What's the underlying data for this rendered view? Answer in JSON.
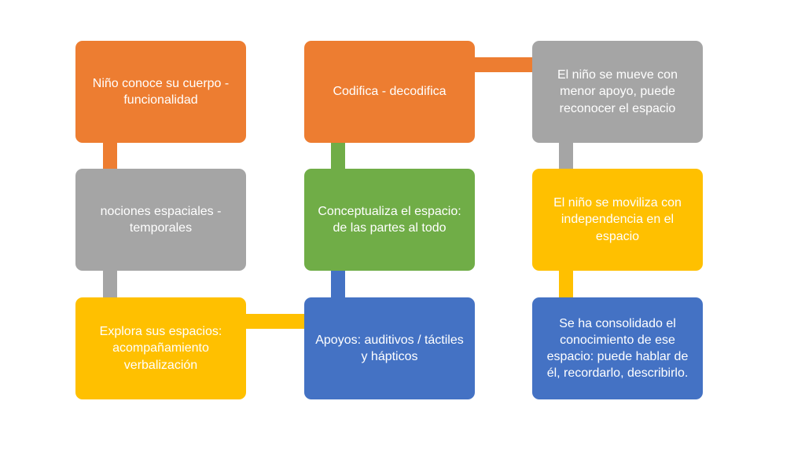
{
  "diagram": {
    "nodes": [
      {
        "id": "b1",
        "text": "Niño conoce su cuerpo - funcionalidad",
        "color": "#ED7D31"
      },
      {
        "id": "b2",
        "text": "nociones espaciales - temporales",
        "color": "#A5A5A5"
      },
      {
        "id": "b3",
        "text": "Explora sus espacios: acompañamiento verbalización",
        "color": "#FFC000"
      },
      {
        "id": "b4",
        "text": "Codifica - decodifica",
        "color": "#ED7D31"
      },
      {
        "id": "b5",
        "text": "Conceptualiza el espacio: de las partes al todo",
        "color": "#70AD47"
      },
      {
        "id": "b6",
        "text": "Apoyos: auditivos / táctiles y hápticos",
        "color": "#4472C4"
      },
      {
        "id": "b7",
        "text": "El niño se mueve con menor apoyo, puede reconocer el espacio",
        "color": "#A5A5A5"
      },
      {
        "id": "b8",
        "text": "El niño se moviliza con independencia en el espacio",
        "color": "#FFC000"
      },
      {
        "id": "b9",
        "text": "Se ha consolidado el conocimiento de ese espacio: puede hablar de él, recordarlo, describirlo.",
        "color": "#4472C4"
      }
    ],
    "edges": [
      {
        "from": "b1",
        "to": "b2"
      },
      {
        "from": "b2",
        "to": "b3"
      },
      {
        "from": "b3",
        "to": "b6"
      },
      {
        "from": "b6",
        "to": "b5"
      },
      {
        "from": "b5",
        "to": "b4"
      },
      {
        "from": "b4",
        "to": "b7"
      },
      {
        "from": "b7",
        "to": "b8"
      },
      {
        "from": "b8",
        "to": "b9"
      }
    ]
  }
}
